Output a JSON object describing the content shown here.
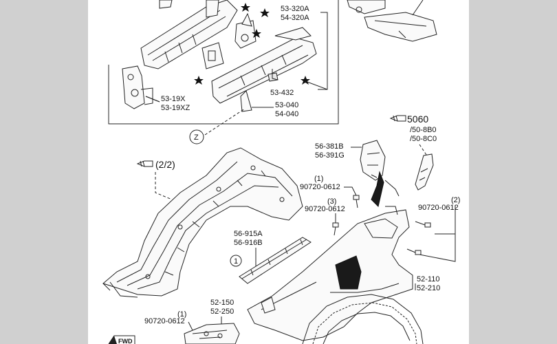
{
  "labels": {
    "p53_320": "53-320A",
    "p54_320": "54-320A",
    "p53_432": "53-432",
    "p53_19x": "53-19X",
    "p53_19xz": "53-19XZ",
    "p53_040": "53-040",
    "p54_040": "54-040",
    "z_marker": "Z",
    "ref_5060": "5060",
    "ref_508b0": "/50-8B0",
    "ref_508c0": "/50-8C0",
    "p56_381b": "56-381B",
    "p56_391g": "56-391G",
    "ref_22": "(2/2)",
    "bolt_a_qty": "(1)",
    "bolt_a": "90720-0612",
    "bolt_b_qty": "(3)",
    "bolt_b": "90720-0612",
    "bolt_c_qty": "(2)",
    "bolt_c": "90720-0612",
    "p56_915a": "56-915A",
    "p56_916b": "56-916B",
    "circle_1": "1",
    "p52_110": "52-110",
    "p52_210": "52-210",
    "p52_150": "52-150",
    "p52_250": "52-250",
    "bolt_d_qty": "(1)",
    "bolt_d": "90720-0612",
    "fwd": "FWD"
  },
  "colors": {
    "sidebar": "#d0d0d0",
    "background": "#ffffff",
    "ink": "#222222"
  }
}
